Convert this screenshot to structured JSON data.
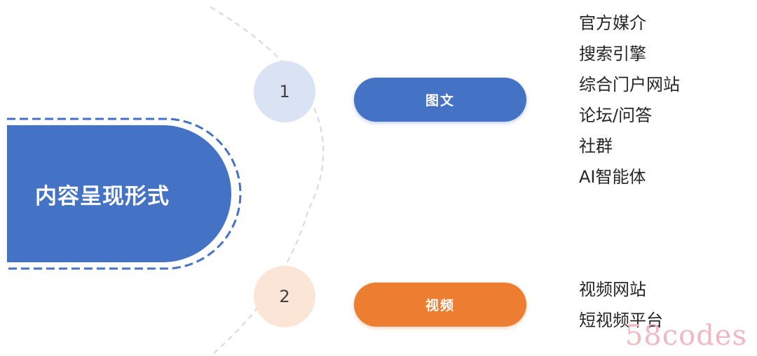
{
  "main": {
    "title": "内容呈现形式"
  },
  "branches": [
    {
      "number": "1",
      "label": "图文",
      "color": "#4472c4",
      "circle_color": "#dae3f3",
      "items": [
        "官方媒介",
        "搜索引擎",
        "综合门户网站",
        "论坛/问答",
        "社群",
        "AI智能体"
      ]
    },
    {
      "number": "2",
      "label": "视频",
      "color": "#ed7d31",
      "circle_color": "#fbe5d6",
      "items": [
        "视频网站",
        "短视频平台"
      ]
    }
  ],
  "watermark": "58codes"
}
